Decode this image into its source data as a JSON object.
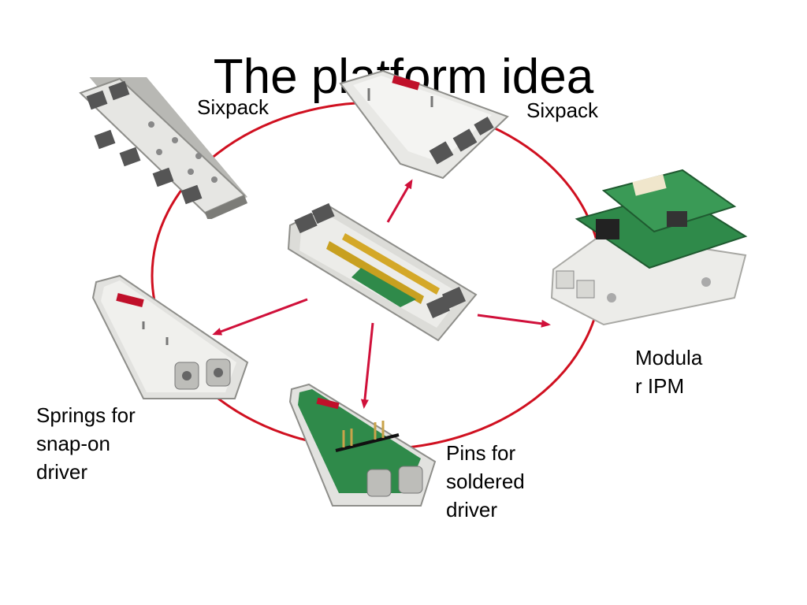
{
  "title": "The platform idea",
  "labels": {
    "sixpack_left": "Sixpack",
    "sixpack_right": "Sixpack",
    "modular_ipm": [
      "Modula",
      "r IPM"
    ],
    "springs": [
      "Springs for",
      "snap-on",
      "driver"
    ],
    "pins": [
      "Pins for",
      "soldered",
      "driver"
    ]
  },
  "colors": {
    "ring": "#d01020",
    "arrow": "#d0103a",
    "module_body": "#e6e6e3",
    "module_edge": "#9a9a96",
    "pcb_green": "#2f8a4a",
    "semikron_red": "#c0102a"
  }
}
